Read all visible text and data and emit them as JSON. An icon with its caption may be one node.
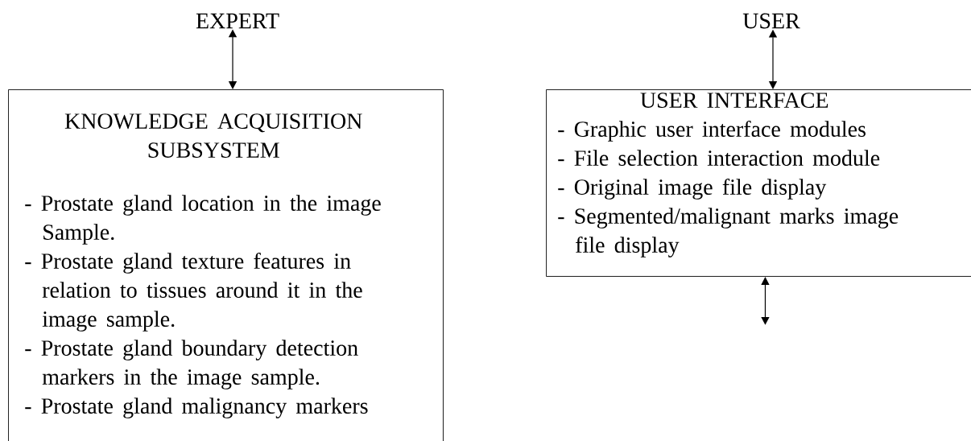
{
  "diagram": {
    "nodes": [
      {
        "text": [
          "EXPERT"
        ]
      },
      {
        "text": [
          "KNOWLEDGE ACQUISITION SUBSYSTEM",
          "- Prostate gland location in the image Sample.",
          "- Prostate gland texture features in relation to tissues around it in the image sample.",
          "- Prostate gland boundary detection markers in the image sample.",
          "- Prostate gland malignancy markers"
        ]
      },
      {
        "text": [
          "USER"
        ]
      },
      {
        "text": [
          "USER INTERFACE",
          "- Graphic user interface modules",
          "- File selection interaction module",
          "- Original image file display",
          "- Segmented/malignant marks image file display"
        ]
      }
    ],
    "edges": [
      {
        "from": 0,
        "to": 1,
        "arrow": "both"
      },
      {
        "from": 2,
        "to": 3,
        "arrow": "both"
      },
      {
        "from": 3,
        "to": null,
        "arrow": "both"
      }
    ]
  }
}
